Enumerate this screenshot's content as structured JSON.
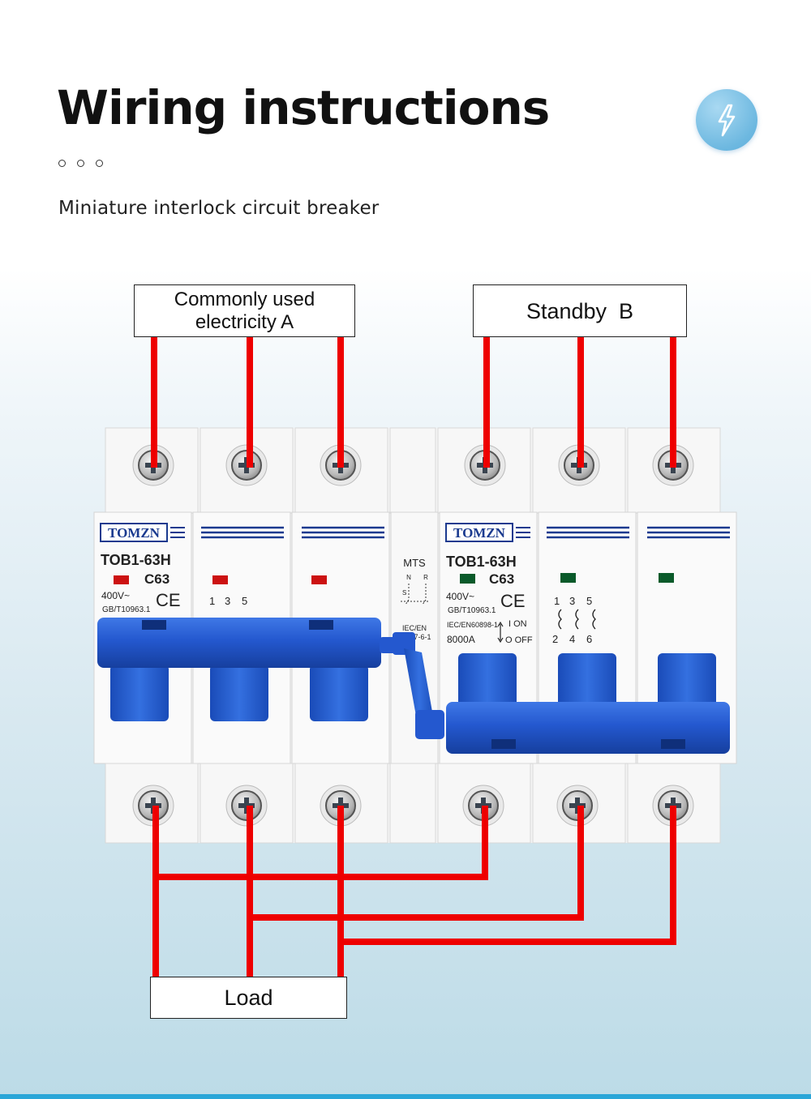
{
  "header": {
    "title": "Wiring instructions",
    "subtitle": "Miniature interlock circuit breaker"
  },
  "labels": {
    "source_a": "Commonly used electricity A",
    "source_b": "Standby  B",
    "load": "Load"
  },
  "breaker": {
    "brand": "TOMZN",
    "model": "TOB1-63H",
    "rating": "C63",
    "voltage": "400V~",
    "standard_a": "GB/T10963.1",
    "standard_b": "GB/T10963.1",
    "standard_c": "IEC/EN60898-1",
    "breaking_capacity": "8000A",
    "on_label": "I ON",
    "off_label": "O OFF",
    "module_label": "MTS",
    "module_n": "N",
    "module_r": "R",
    "module_s": "S",
    "module_std_1": "IEC/EN",
    "module_std_2": "60947-6-1",
    "terminals_top": [
      "1",
      "3",
      "5"
    ],
    "terminals_bottom": [
      "2",
      "4",
      "6"
    ],
    "ce_mark": "CE"
  },
  "colors": {
    "wire": "#ee0000",
    "handle": "#1e55c8",
    "indicator_a": "#cc1111",
    "indicator_b": "#0a5a2a",
    "brand_blue": "#1a3a8f"
  }
}
